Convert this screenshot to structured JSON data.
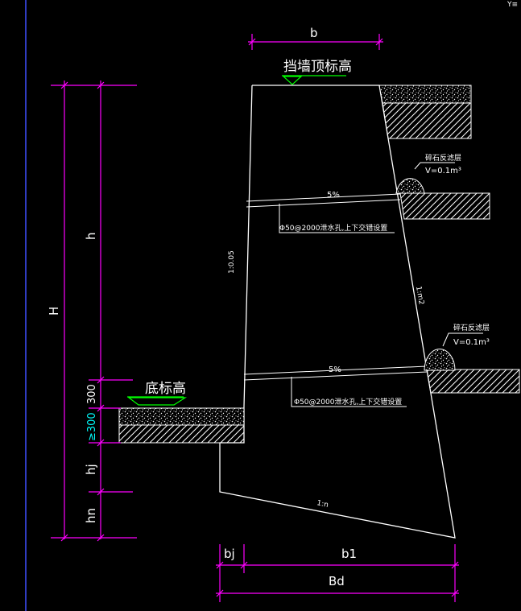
{
  "corner_text": "Y≡",
  "labels": {
    "top_width": "b",
    "top_elevation": "挡墙顶标高",
    "base_elevation": "底标高",
    "total_height": "H",
    "wall_height": "h",
    "dim_300": "300",
    "dim_ge300": "≥300",
    "footing_height": "hj",
    "heel_height": "hn",
    "toe_width": "bj",
    "base_width": "b1",
    "total_base": "Bd",
    "face_slope": "1:0.05",
    "back_slope": "1:m2",
    "base_slope": "1:n",
    "drain_slope_upper": "5%",
    "drain_slope_lower": "5%",
    "drain_note_upper": "Φ50@2000泄水孔,上下交错设置",
    "drain_note_lower": "Φ50@2000泄水孔,上下交错设置",
    "filter_upper_title": "碎石反滤层",
    "filter_upper_vol": "V=0.1m³",
    "filter_lower_title": "碎石反滤层",
    "filter_lower_vol": "V=0.1m³"
  },
  "colors": {
    "background": "#000000",
    "outline": "#ffffff",
    "dimension": "#ff00ff",
    "marker": "#00ff00",
    "ge300_text": "#00ffff",
    "ruler": "#4050ff"
  }
}
